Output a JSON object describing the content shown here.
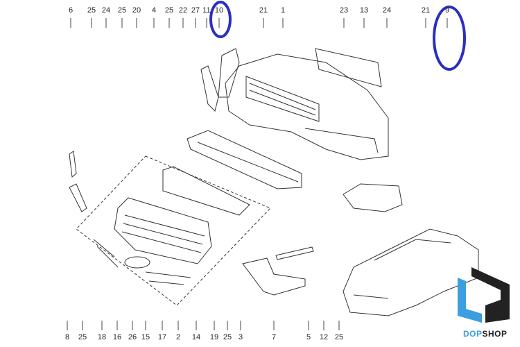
{
  "diagram": {
    "top_labels": [
      "6",
      "25",
      "24",
      "25",
      "20",
      "4",
      "25",
      "22",
      "27",
      "11",
      "10",
      "21",
      "1",
      "23",
      "13",
      "24",
      "21",
      "9"
    ],
    "bottom_labels": [
      "8",
      "25",
      "18",
      "16",
      "26",
      "15",
      "17",
      "2",
      "14",
      "19",
      "25",
      "3",
      "7",
      "5",
      "12",
      "25"
    ],
    "highlighted_labels": [
      "10",
      "9"
    ],
    "highlight_color": "#2b2fc0"
  },
  "brand": {
    "part1": "DOP",
    "part2": "SHOP",
    "blue": "#3b9ee0",
    "dark": "#222222"
  }
}
